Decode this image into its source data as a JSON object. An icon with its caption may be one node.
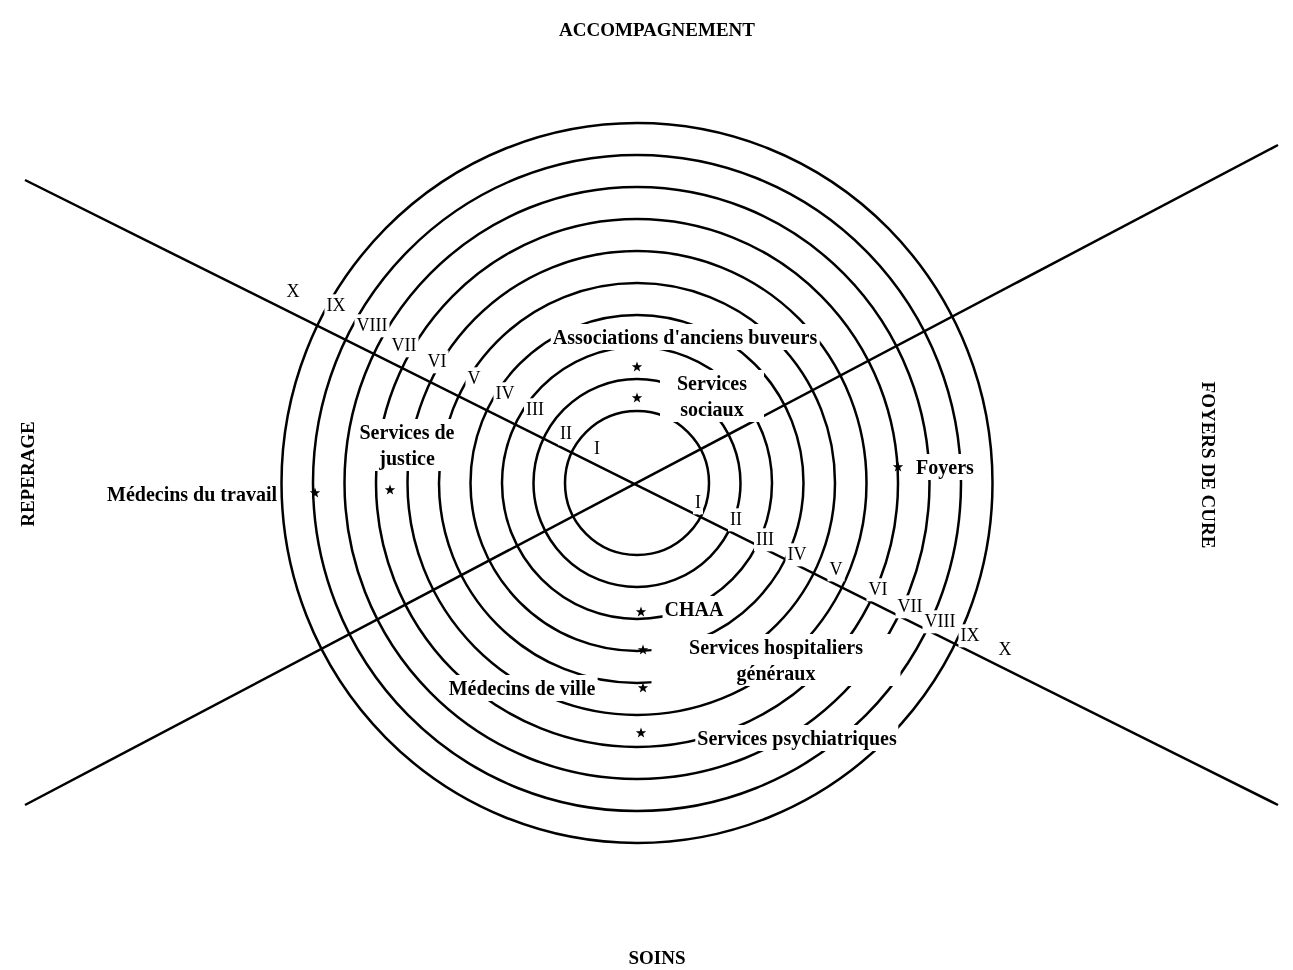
{
  "diagram": {
    "labels": [
      "ACCOMPAGNEMENT",
      "X",
      "IX",
      "VIII",
      "VII",
      "VI",
      "V",
      "IV",
      "III",
      "II",
      "I",
      "Associations d'anciens buveurs",
      "Services sociaux",
      "Services de justice",
      "REPERAGE",
      "Foyers",
      "FOYERS DE CURE",
      "Médecins du travail",
      "I",
      "II",
      "III",
      "IV",
      "V",
      "VI",
      "VII",
      "VIII",
      "IX",
      "X",
      "CHAA",
      "Services hospitaliers généraux",
      "Médecins de ville",
      "Services psychiatriques",
      "SOINS"
    ]
  }
}
